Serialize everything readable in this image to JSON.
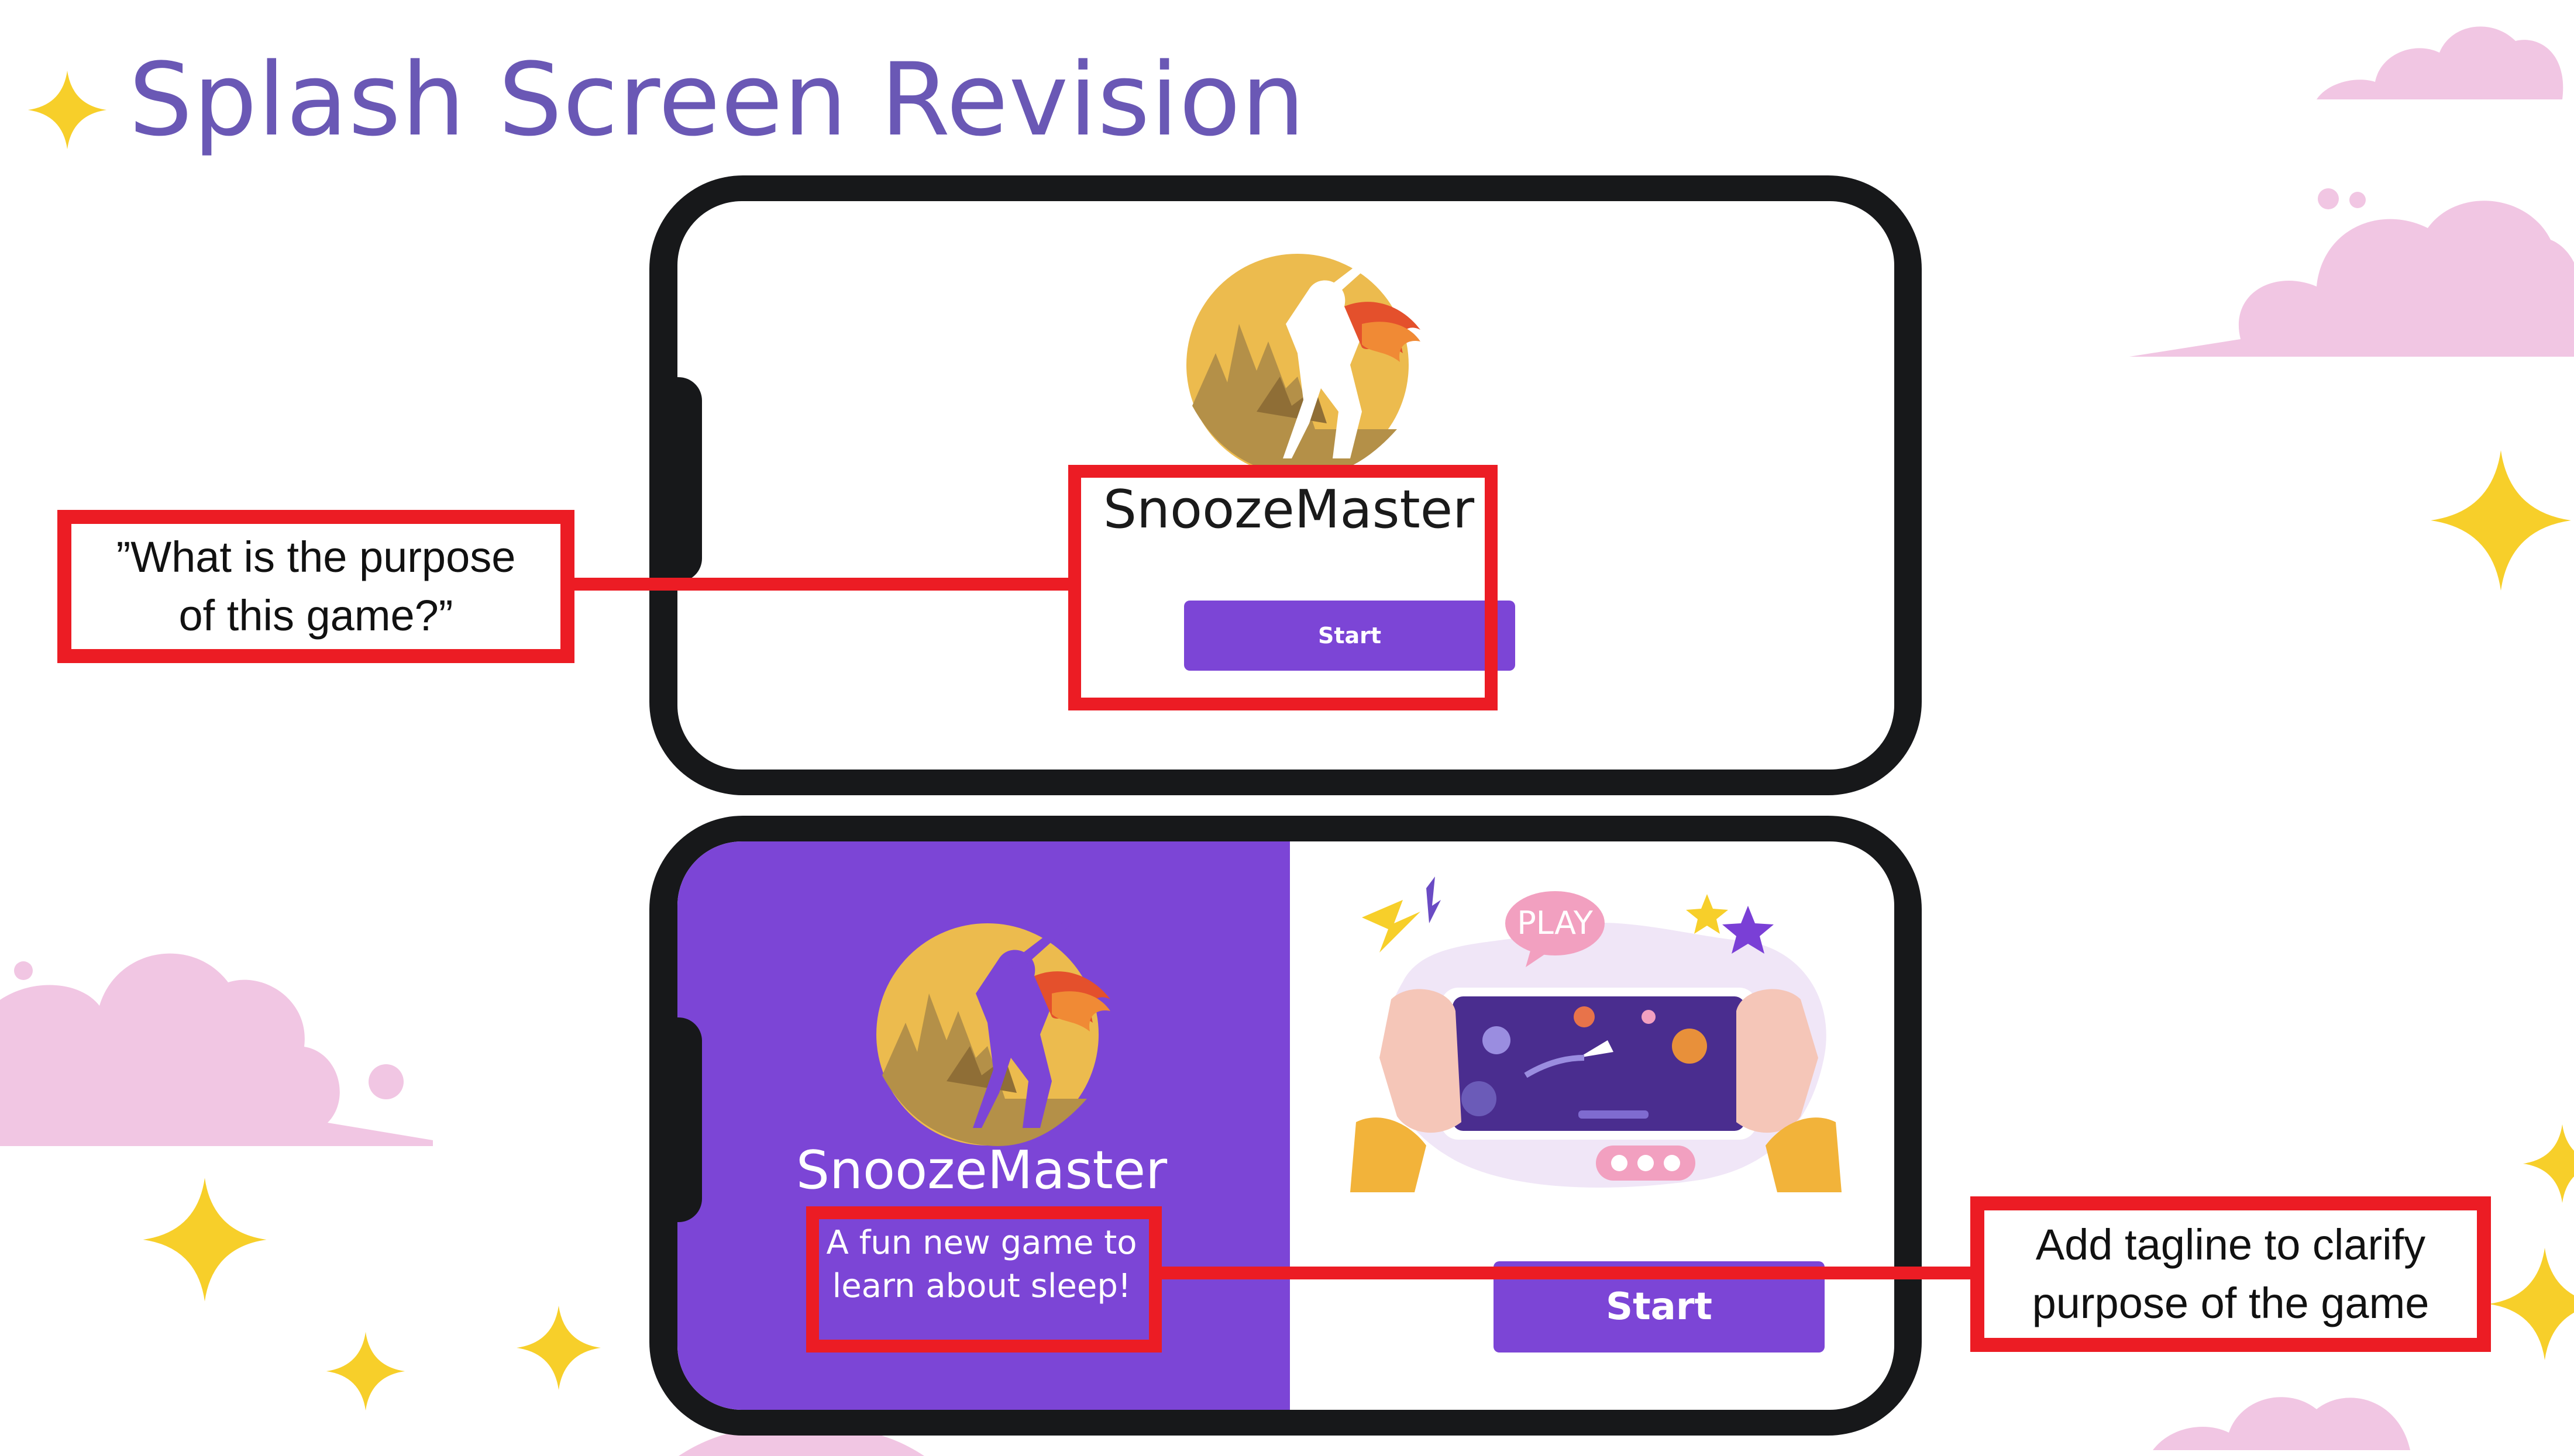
{
  "slide": {
    "title": "Splash Screen Revision"
  },
  "before": {
    "app_name": "SnoozeMaster",
    "start_label": "Start"
  },
  "after": {
    "app_name": "SnoozeMaster",
    "tagline_line1": "A fun new game to",
    "tagline_line2": "learn about sleep!",
    "start_label": "Start",
    "play_bubble": "PLAY"
  },
  "callouts": {
    "purpose_line1": "”What is the purpose",
    "purpose_line2": "of this game?”",
    "tagline_line1": "Add tagline to clarify",
    "tagline_line2": "purpose of the game"
  },
  "colors": {
    "title": "#6a58b5",
    "accent_purple": "#7c45d6",
    "highlight_red": "#ec1c24",
    "sparkle_yellow": "#f7cf2a",
    "cloud_pink": "#f1c6e3"
  },
  "icons": [
    "sparkle-icon",
    "cloud-icon",
    "knight-logo-icon",
    "gamer-hands-illustration"
  ]
}
